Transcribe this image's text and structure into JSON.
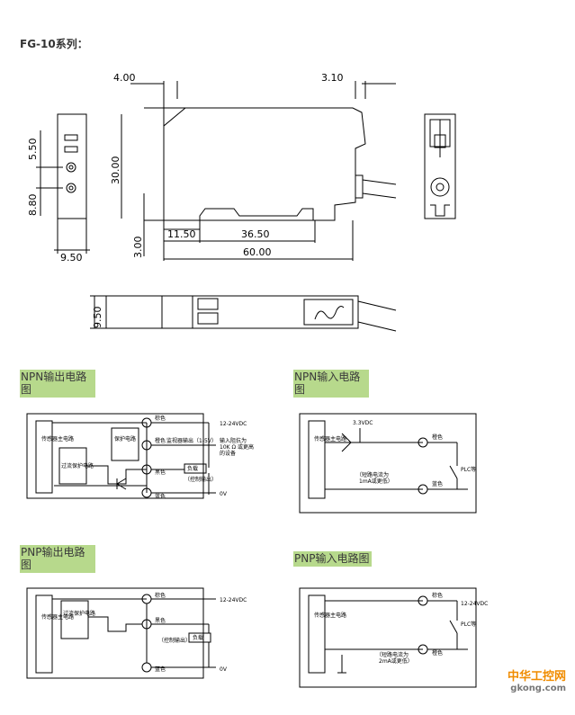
{
  "title": "FG-10系列：",
  "dimensions": {
    "d_4_00": "4.00",
    "d_3_10": "3.10",
    "d_5_50": "5.50",
    "d_8_80": "8.80",
    "d_30_00": "30.00",
    "d_3_00": "3.00",
    "d_11_50": "11.50",
    "d_36_50": "36.50",
    "d_60_00": "60.00",
    "d_9_50_front": "9.50",
    "d_9_50_bottom": "9.50"
  },
  "sections": {
    "npn_out": "NPN输出电路图",
    "npn_in": "NPN输入电路图",
    "pnp_out": "PNP输出电路图",
    "pnp_in": "PNP输入电路图"
  },
  "npn_out": {
    "main": "传感器主电路",
    "protect": "保护电路",
    "overcurrent": "过流保护电路",
    "brown": "棕色",
    "orange": "橙色",
    "black": "黑色",
    "blue": "蓝色",
    "v12": "12-24VDC",
    "monitor": "监视器输出（1-5V）",
    "note1": "输入阻抗为",
    "note2": "10K Ω 或更高",
    "note3": "的设备",
    "load": "负载",
    "ctrl": "（控制输出）",
    "v0": "0V"
  },
  "npn_in": {
    "main": "传感器主电路",
    "v33": "3.3VDC",
    "orange": "橙色",
    "blue": "蓝色",
    "plc": "PLC等",
    "short1": "（短路电流为",
    "short2": "1mA或更低）"
  },
  "pnp_out": {
    "main": "传感器主电路",
    "overcurrent": "过流保护电路",
    "brown": "棕色",
    "black": "黑色",
    "blue": "蓝色",
    "v12": "12-24VDC",
    "load": "负载",
    "ctrl": "（控制输出）",
    "v0": "0V"
  },
  "pnp_in": {
    "main": "传感器主电路",
    "brown": "棕色",
    "orange": "橙色",
    "v12": "12-24VDC",
    "plc": "PLC等",
    "short1": "（短路电流为",
    "short2": "2mA或更低）"
  },
  "watermark": {
    "cn": "中华工控网",
    "url": "gkong.com"
  }
}
